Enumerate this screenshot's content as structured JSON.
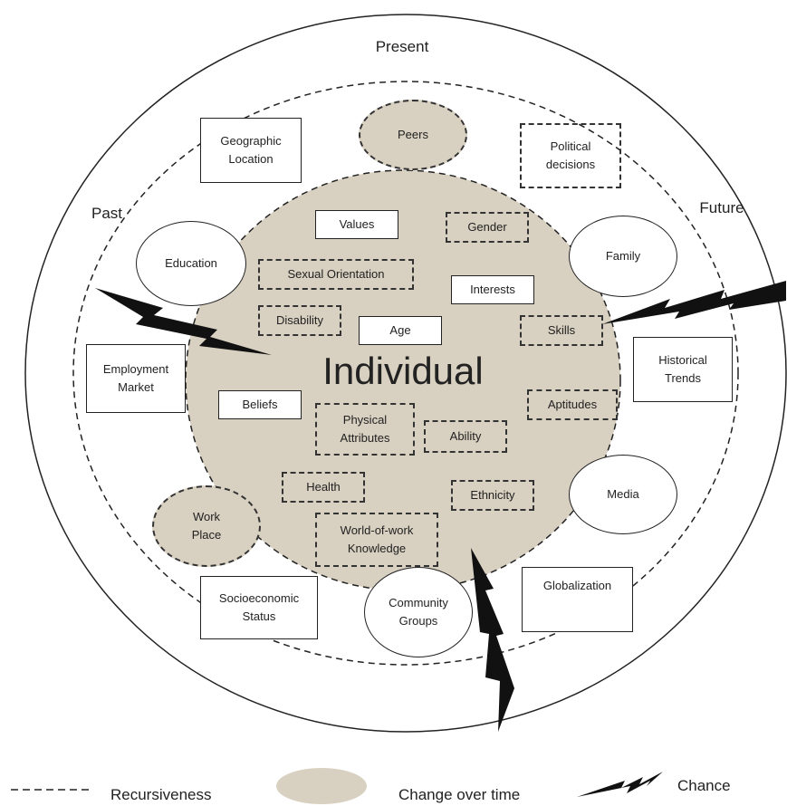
{
  "outer_labels": {
    "present": "Present",
    "past": "Past",
    "future": "Future"
  },
  "center_label": "Individual",
  "inner_items": {
    "values": "Values",
    "gender": "Gender",
    "sexual_orientation": "Sexual Orientation",
    "interests": "Interests",
    "disability": "Disability",
    "age": "Age",
    "skills": "Skills",
    "beliefs": "Beliefs",
    "aptitudes": "Aptitudes",
    "physical_attributes": "Physical Attributes",
    "ability": "Ability",
    "health": "Health",
    "ethnicity": "Ethnicity",
    "world_of_work": "World-of-work Knowledge"
  },
  "social_system": {
    "peers": "Peers",
    "education": "Education",
    "family": "Family",
    "media": "Media",
    "work_place": "Work Place",
    "community_groups": "Community Groups"
  },
  "environmental_system": {
    "geographic_location": "Geographic Location",
    "political_decisions": "Political decisions",
    "employment_market": "Employment Market",
    "historical_trends": "Historical Trends",
    "socioeconomic_status": "Socioeconomic Status",
    "globalization": "Globalization"
  },
  "legend": {
    "recursiveness": "Recursiveness",
    "change_over_time": "Change over time",
    "chance": "Chance"
  },
  "colors": {
    "individual_fill": "#d8d0c0",
    "stroke": "#222222"
  }
}
